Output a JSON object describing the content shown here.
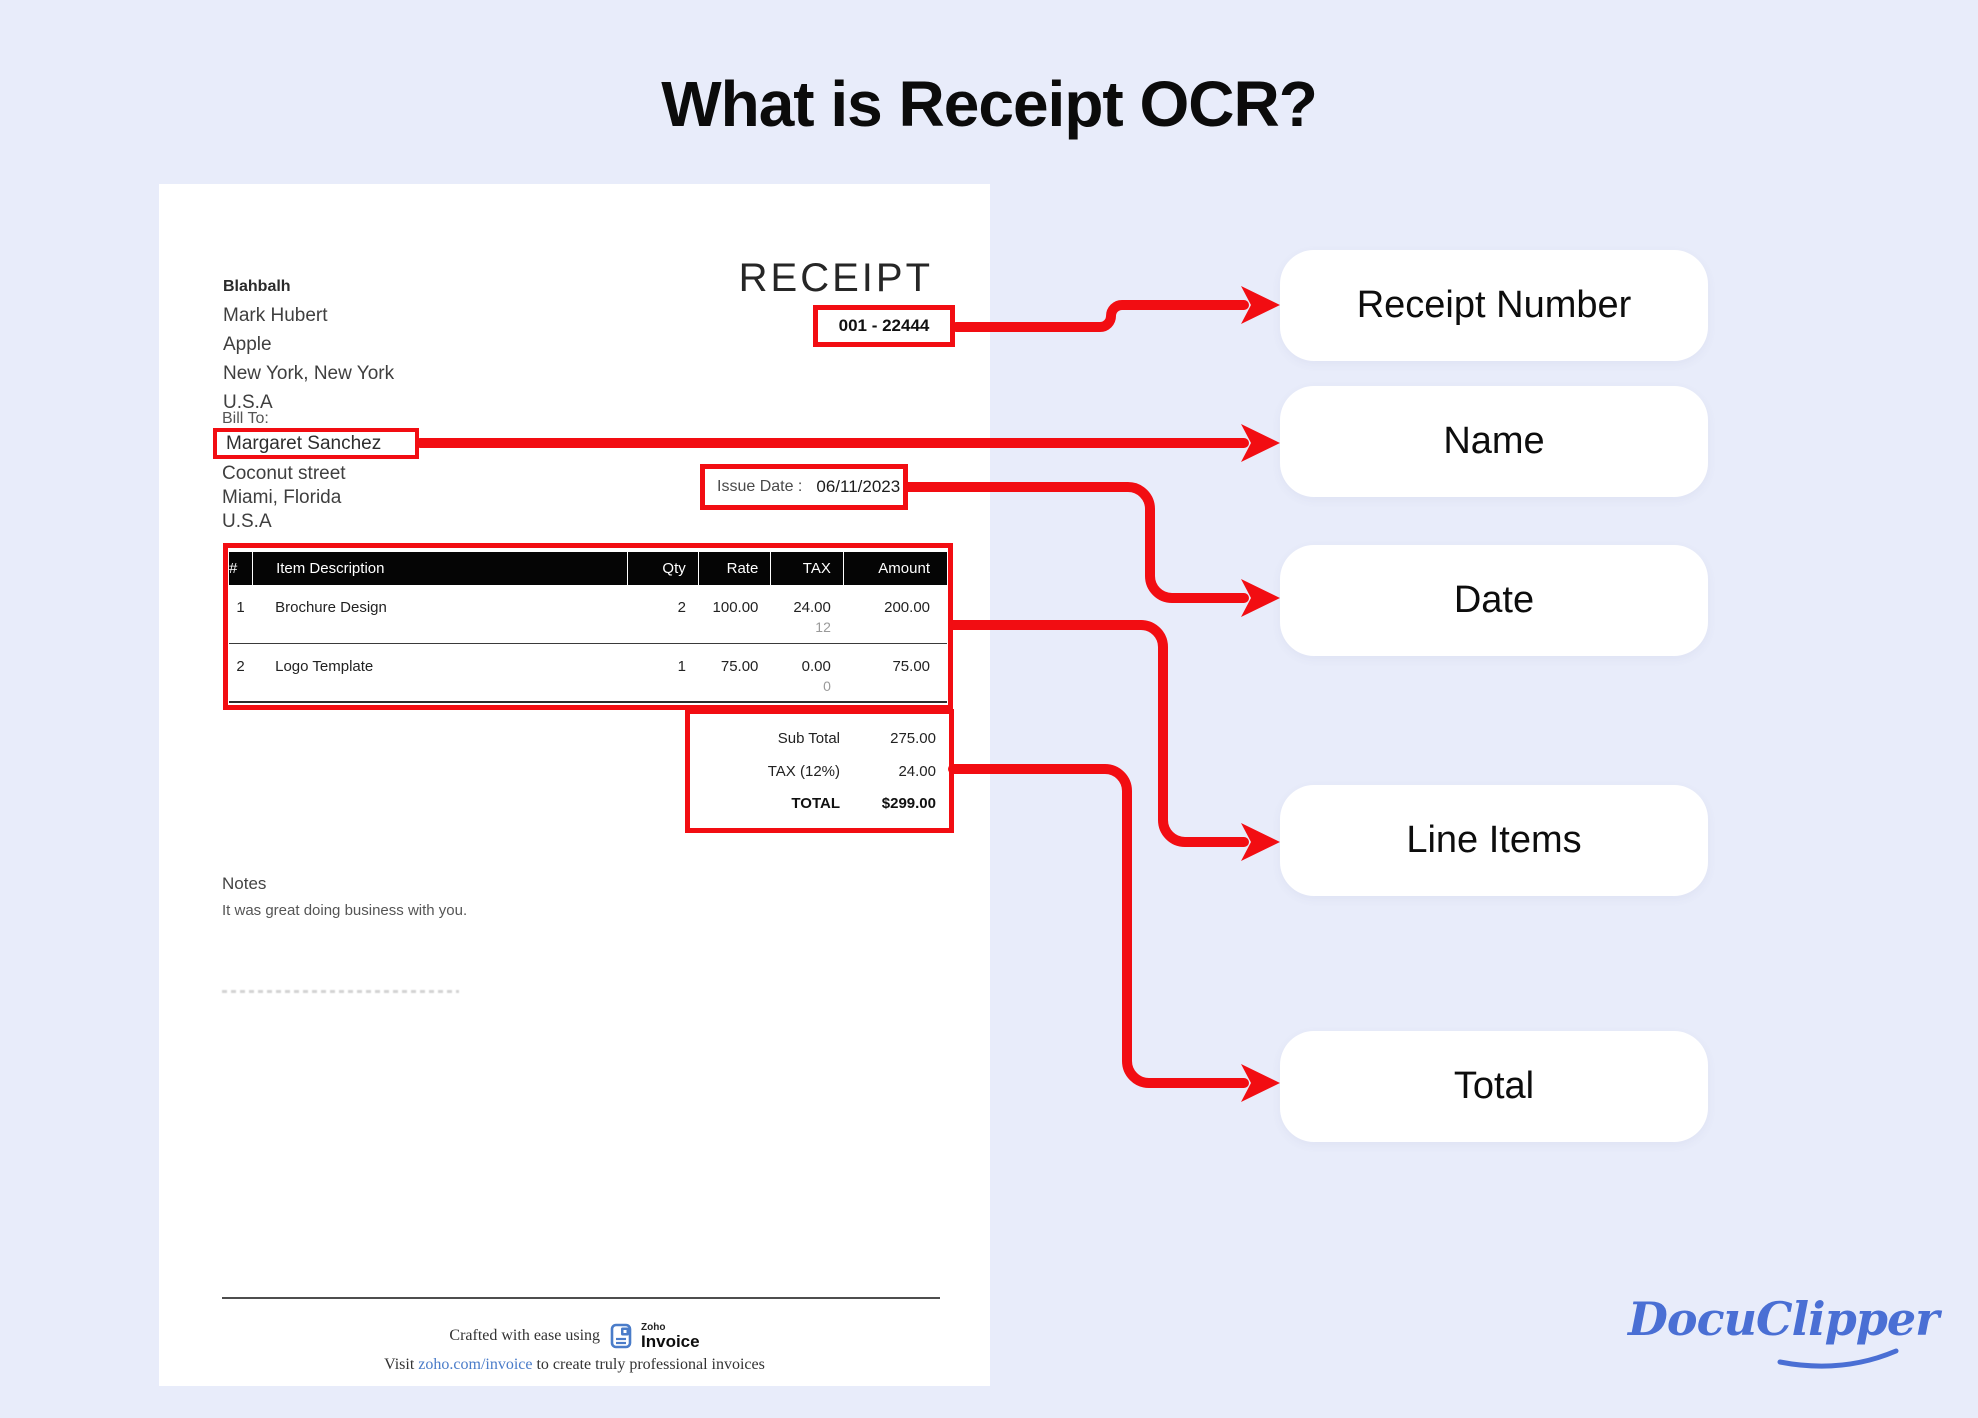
{
  "page": {
    "title": "What is Receipt OCR?",
    "background": "#e8ecfa",
    "accent_red": "#f20d12"
  },
  "receipt": {
    "company": {
      "name": "Blahbalh",
      "line1": "Mark Hubert",
      "line2": "Apple",
      "line3": "New York, New York",
      "line4": "U.S.A"
    },
    "doc_title": "RECEIPT",
    "receipt_number": "001 - 22444",
    "bill_to_label": "Bill To:",
    "bill_to": {
      "name": "Margaret Sanchez",
      "line1": "Coconut street",
      "line2": "Miami, Florida",
      "line3": "U.S.A"
    },
    "issue_date_label": "Issue Date :",
    "issue_date": "06/11/2023",
    "table": {
      "headers": {
        "num": "#",
        "description": "Item Description",
        "qty": "Qty",
        "rate": "Rate",
        "tax": "TAX",
        "amount": "Amount"
      },
      "rows": [
        {
          "num": "1",
          "description": "Brochure Design",
          "qty": "2",
          "rate": "100.00",
          "tax": "24.00",
          "tax_sub": "12",
          "amount": "200.00"
        },
        {
          "num": "2",
          "description": "Logo Template",
          "qty": "1",
          "rate": "75.00",
          "tax": "0.00",
          "tax_sub": "0",
          "amount": "75.00"
        }
      ]
    },
    "totals": [
      {
        "label": "Sub Total",
        "value": "275.00"
      },
      {
        "label": "TAX (12%)",
        "value": "24.00"
      },
      {
        "label": "TOTAL",
        "value": "$299.00"
      }
    ],
    "notes_label": "Notes",
    "notes_text": "It was great doing business with you.",
    "footer": {
      "crafted": "Crafted with ease using",
      "zoho_small": "Zoho",
      "zoho_product": "Invoice",
      "visit_prefix": "Visit ",
      "visit_link": "zoho.com/invoice",
      "visit_suffix": " to create truly professional invoices"
    }
  },
  "callouts": [
    {
      "label": "Receipt Number"
    },
    {
      "label": "Name"
    },
    {
      "label": "Date"
    },
    {
      "label": "Line Items"
    },
    {
      "label": "Total"
    }
  ],
  "branding": {
    "logo": "DocuClipper",
    "logo_color": "#4a6fd4"
  }
}
